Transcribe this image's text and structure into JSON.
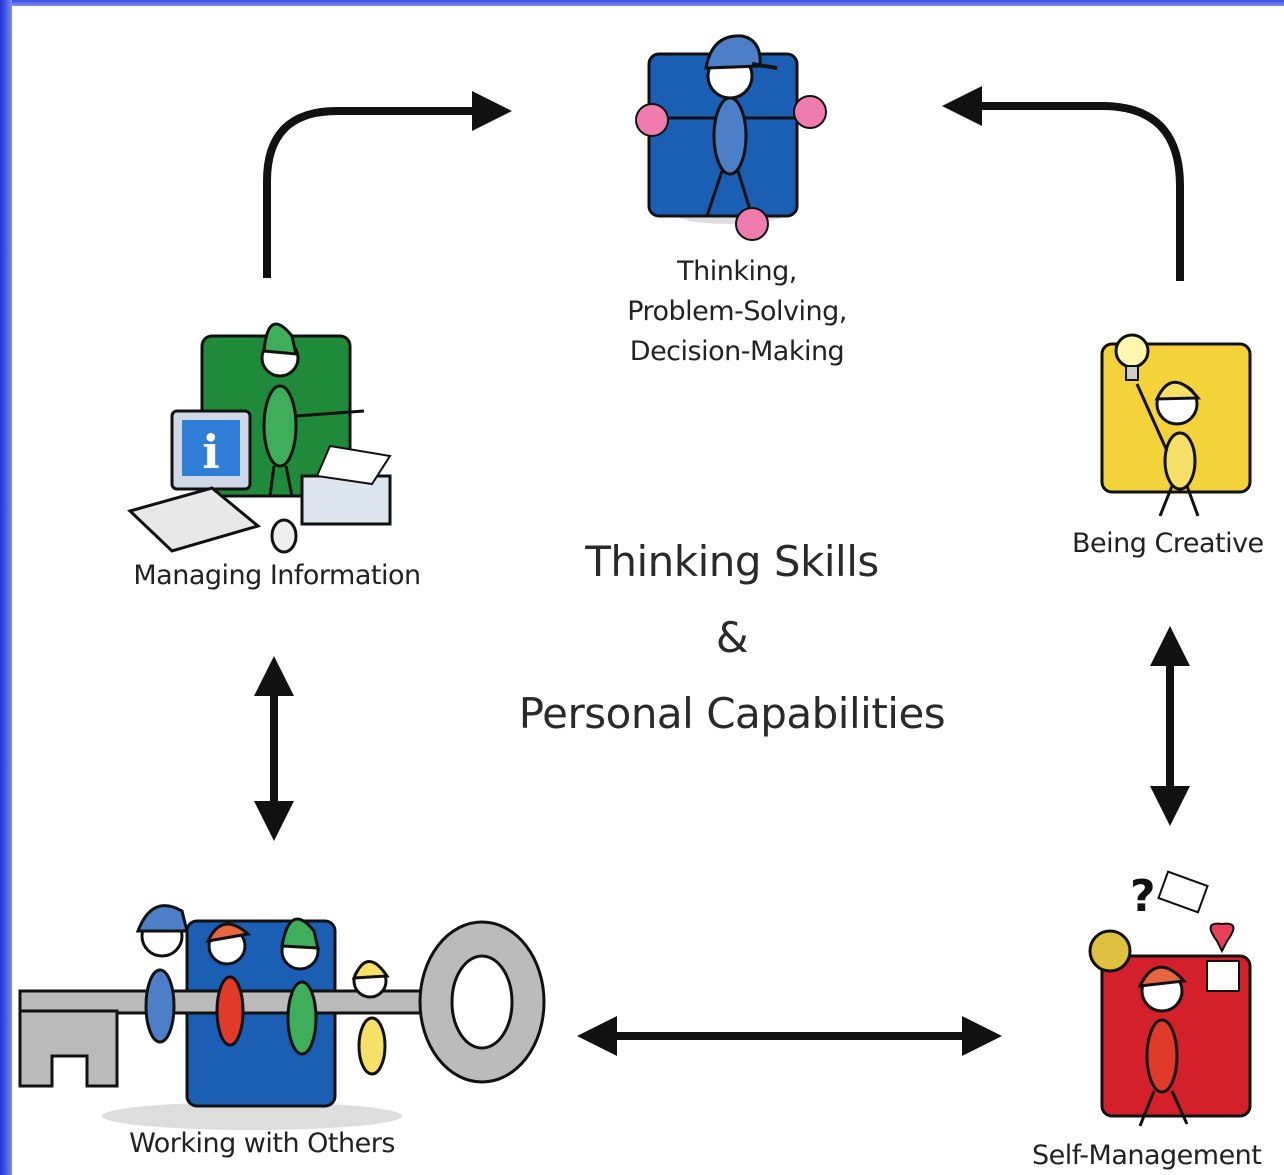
{
  "nodes": {
    "thinking": {
      "lines": [
        "Thinking,",
        "Problem-Solving,",
        "Decision-Making"
      ]
    },
    "managing_information": {
      "label": "Managing Information"
    },
    "being_creative": {
      "label": "Being Creative"
    },
    "working_with_others": {
      "label": "Working with Others"
    },
    "self_management": {
      "label": "Self-Management"
    }
  },
  "center": {
    "line1": "Thinking Skills",
    "line2": "&",
    "line3": "Personal Capabilities"
  },
  "colors": {
    "page_border": "#1f2fd0",
    "thinking_panel": "#1a5fb4",
    "managing_panel": "#1e8a3a",
    "creative_panel": "#f3d23a",
    "self_management_panel": "#d4202a",
    "working_panel": "#1a5fb4",
    "arrow": "#111111"
  },
  "icons": [
    "thinking-figure-icon",
    "computer-figure-icon",
    "lightbulb-figure-icon",
    "key-group-icon",
    "juggling-figure-icon"
  ]
}
